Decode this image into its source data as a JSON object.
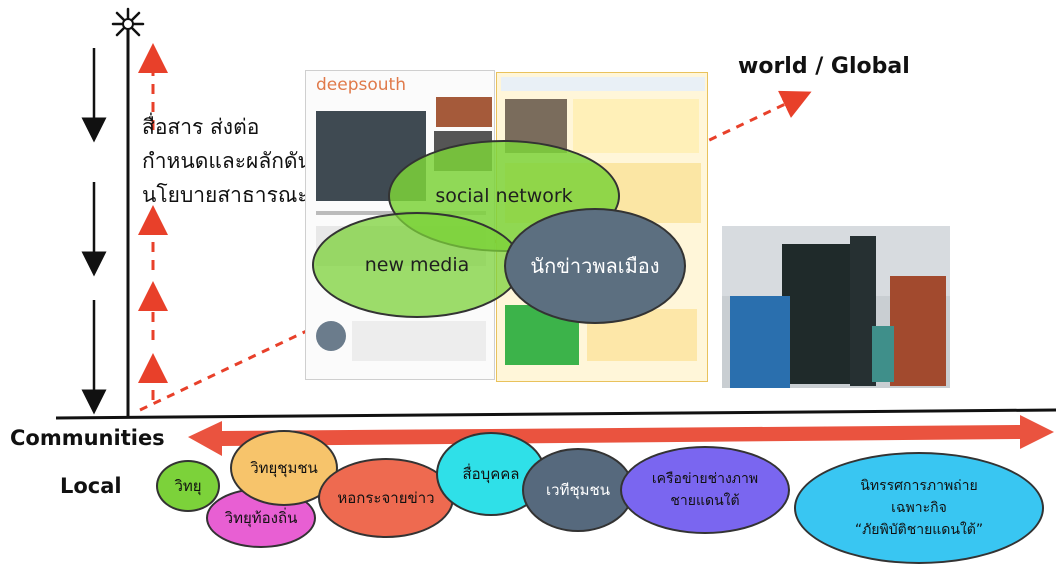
{
  "diagram": {
    "side_text_lines": [
      "สื่อสาร ส่งต่อ",
      "กำหนดและผลักดัน",
      "นโยบายสาธารณะ"
    ],
    "global_label": "world / Global",
    "communities_label": "Communities",
    "local_label": "Local",
    "center_ellipses": {
      "social_network": "social network",
      "new_media": "new media",
      "citizen_reporter": "นักข่าวพลเมือง"
    },
    "screenshot_brand": "deepsouth",
    "bottom_ellipses": {
      "radio": "วิทยุ",
      "community_radio": "วิทยุชุมชน",
      "local_radio": "วิทยุท้องถิ่น",
      "news_tower": "หอกระจายข่าว",
      "person_media": "สื่อบุคคล",
      "community_stage": "เวทีชุมชน",
      "photo_network": [
        "เครือข่ายช่างภาพ",
        "ชายแดนใต้"
      ],
      "photo_exhibition": [
        "นิทรรศการภาพถ่าย",
        "เฉพาะกิจ",
        "“ภัยพิบัติชายแดนใต้”"
      ]
    },
    "colors": {
      "arrow_red": "#e8402a",
      "green": "#7cd23a",
      "blue_gray": "#5c6f80",
      "yellow_orange": "#f7c46b",
      "magenta": "#e85fd3",
      "salmon": "#ee6a50",
      "cyan": "#2fe0e8",
      "slate": "#56697d",
      "purple": "#7a66f0",
      "sky": "#39c6f2"
    },
    "icons": [
      "sun-icon",
      "down-arrow-icon",
      "up-dashed-arrow-icon",
      "diagonal-dashed-arrow-icon",
      "double-headed-arrow-icon"
    ]
  }
}
